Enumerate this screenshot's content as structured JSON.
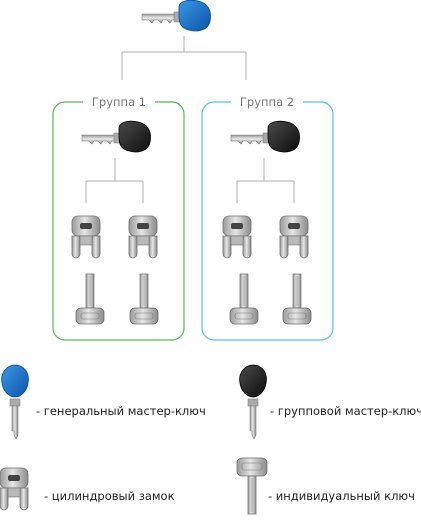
{
  "groups": [
    {
      "label": "Группа 1",
      "color": "#5cb85c"
    },
    {
      "label": "Группа 2",
      "color": "#5bc0de"
    }
  ],
  "legend": {
    "grand_master": "- генеральный мастер-ключ",
    "group_master": "- групповой мастер-ключ",
    "cylinder": "- цилиндровый замок",
    "individual": "- индивидуальный ключ"
  },
  "colors": {
    "grand_master_head": "#1a73c8",
    "group_master_head": "#1c1c1c",
    "connector": "#bdbdbd",
    "metal": "#c8c8c8"
  },
  "icons": {
    "grand_master": "blue-key-icon",
    "group_master": "black-key-icon",
    "cylinder": "cylinder-lock-icon",
    "individual": "silver-key-icon"
  }
}
